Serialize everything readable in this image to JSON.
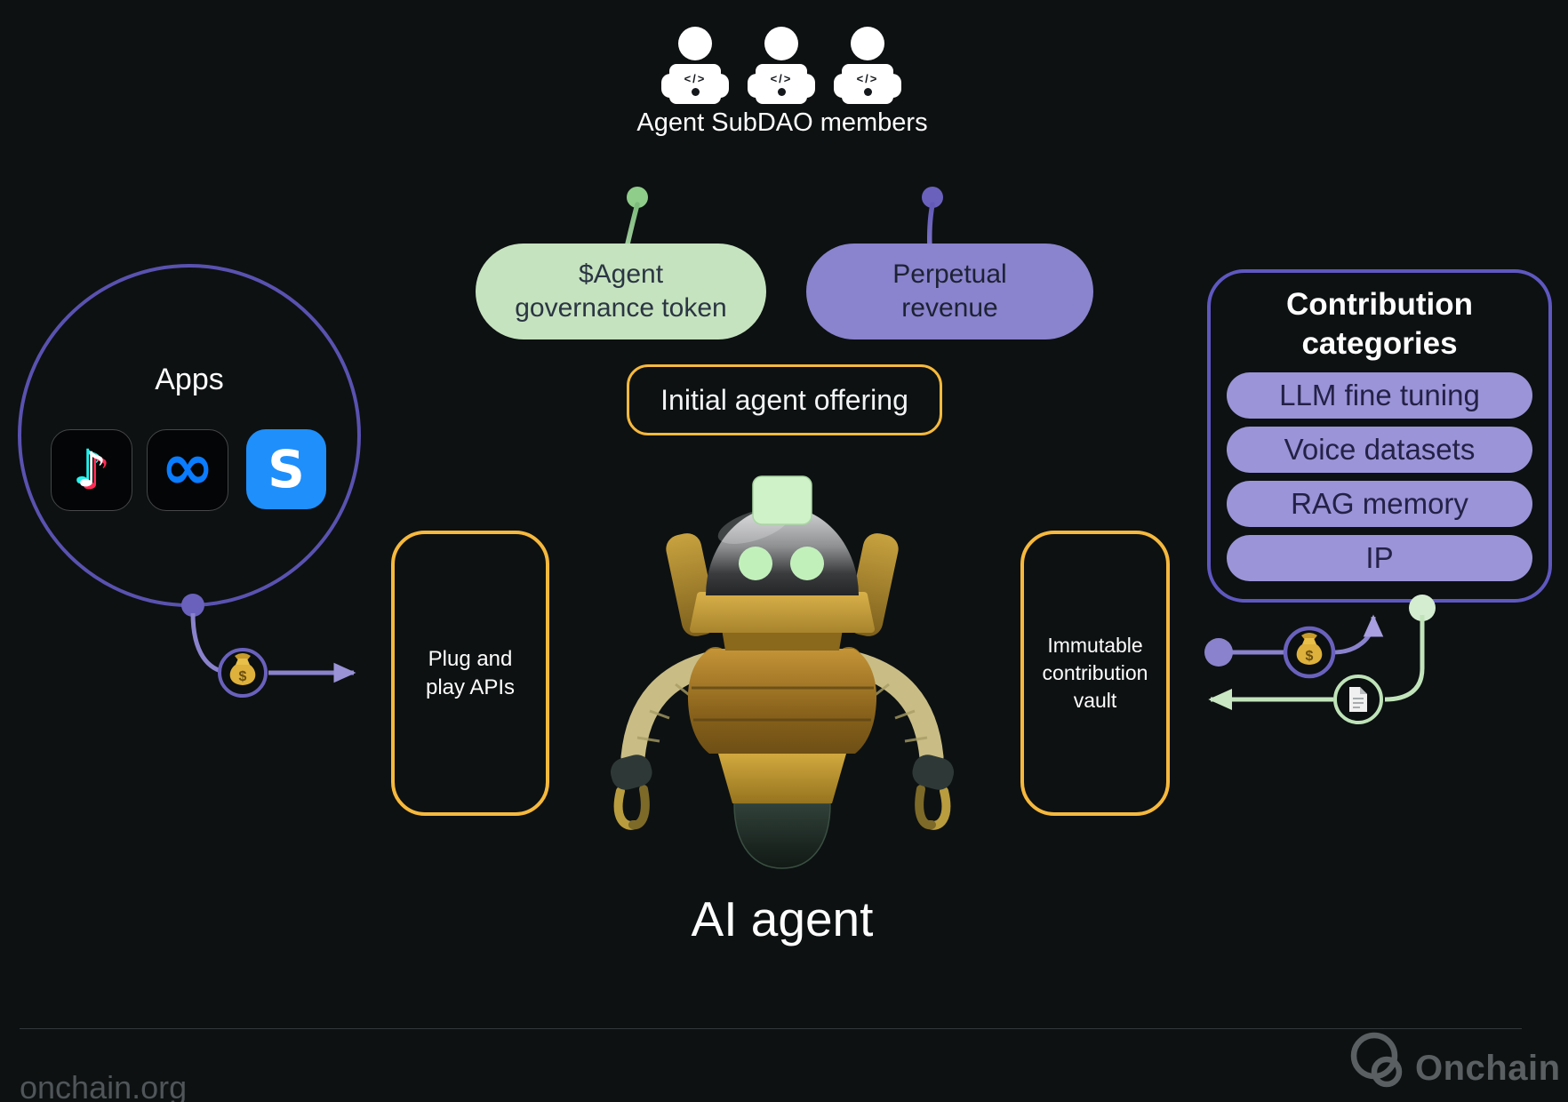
{
  "colors": {
    "background": "#0D1112",
    "accent_yellow": "#F6B93D",
    "accent_purple_border": "#5A52B0",
    "purple_pill": "#8A83CD",
    "contribution_pill": "#9B94D8",
    "green_pill": "#C6E3BF",
    "green_line": "#8FCD8A",
    "text_white": "#FDFDFD",
    "muted_gray": "#4F5558"
  },
  "header": {
    "members_label": "Agent SubDAO members",
    "member_glyph": "</>"
  },
  "flow": {
    "governance_pill": "$Agent governance token",
    "revenue_pill": "Perpetual revenue",
    "offering_box": "Initial agent offering"
  },
  "apps": {
    "title": "Apps",
    "items": [
      {
        "name": "TikTok",
        "glyph": "♪"
      },
      {
        "name": "Meta",
        "glyph": "∞"
      },
      {
        "name": "S app",
        "glyph": "S"
      }
    ]
  },
  "api_box": {
    "label": "Plug and play APIs"
  },
  "vault_box": {
    "label": "Immutable contribution vault"
  },
  "contribution": {
    "title": "Contribution categories",
    "categories": [
      "LLM fine tuning",
      "Voice datasets",
      "RAG memory",
      "IP"
    ]
  },
  "agent": {
    "label": "AI agent"
  },
  "icons": {
    "money_bag_symbol": "$"
  },
  "footer": {
    "url": "onchain.org",
    "brand": "Onchain"
  }
}
